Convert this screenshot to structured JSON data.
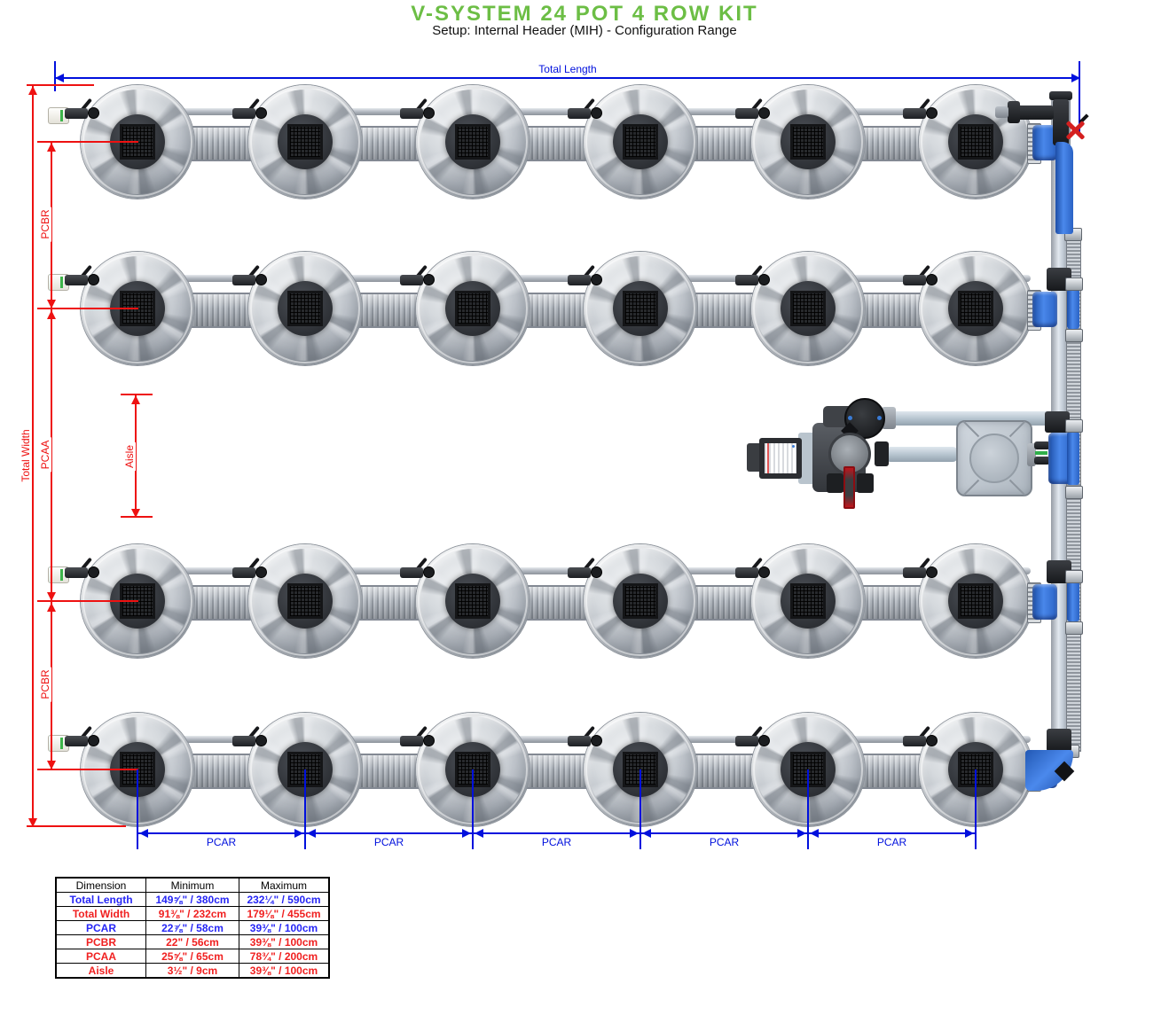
{
  "title": "V-SYSTEM 24 POT 4 ROW KIT",
  "subtitle": "Setup: Internal Header (MIH) - Configuration Range",
  "kit": {
    "pots": 24,
    "rows": 4,
    "pots_per_row": 6
  },
  "labels": {
    "total_length": "Total Length",
    "total_width": "Total Width",
    "pcbr": "PCBR",
    "pcaa": "PCAA",
    "aisle": "Aisle",
    "pcar": "PCAR"
  },
  "colors": {
    "title_green": "#6cbe45",
    "dimension_blue": "#0010dd",
    "dimension_red": "#ee1111",
    "table_blue": "#2626f5",
    "table_red": "#f02020",
    "fitting_blue": "#2a62c8"
  },
  "table": {
    "headers": [
      "Dimension",
      "Minimum",
      "Maximum"
    ],
    "rows": [
      {
        "dimension": "Total Length",
        "min": "149⅝\" / 380cm",
        "max": "232¼\" / 590cm"
      },
      {
        "dimension": "Total Width",
        "min": "91⅜\" / 232cm",
        "max": "179⅛\" / 455cm"
      },
      {
        "dimension": "PCAR",
        "min": "22⅞\" / 58cm",
        "max": "39⅜\" / 100cm"
      },
      {
        "dimension": "PCBR",
        "min": "22\" / 56cm",
        "max": "39⅜\" / 100cm"
      },
      {
        "dimension": "PCAA",
        "min": "25⅝\" / 65cm",
        "max": "78¾\" / 200cm"
      },
      {
        "dimension": "Aisle",
        "min": "3½\" / 9cm",
        "max": "39⅜\" / 100cm"
      }
    ]
  }
}
